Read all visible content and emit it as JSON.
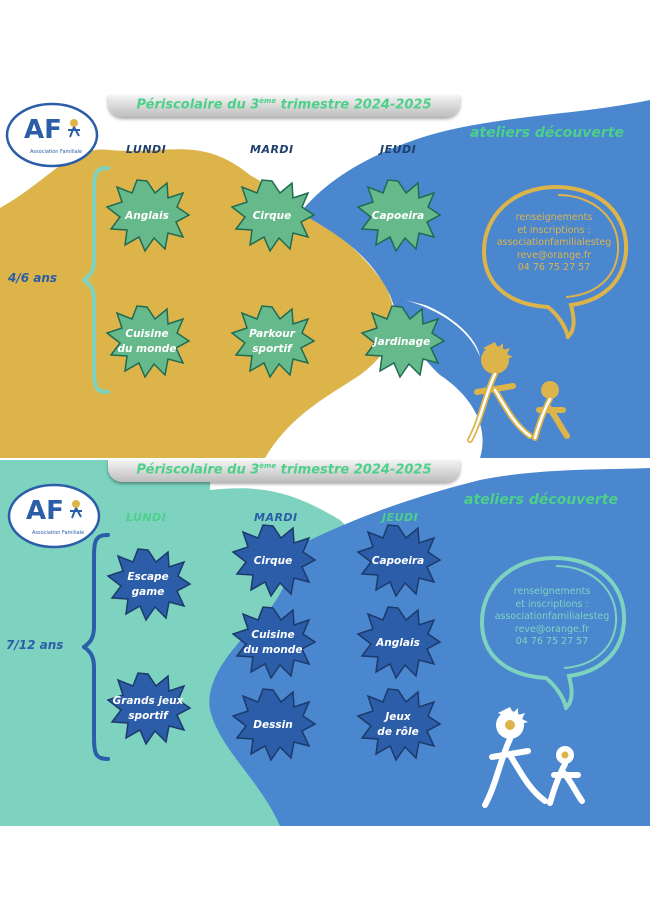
{
  "colors": {
    "mustard": "#DDB44A",
    "blue": "#4A87CF",
    "dark_blue": "#2B5DA8",
    "mint": "#7DD3C0",
    "green_burst": "#66B98A",
    "dark_green": "#3F8B67"
  },
  "panel_top": {
    "title": "Périscolaire du 3ème trimestre 2024-2025",
    "title_main": "Périscolaire du 3",
    "title_sup": "ème",
    "title_end": " trimestre 2024-2025",
    "tagline": "ateliers découverte",
    "logo": {
      "text": "AF",
      "subtitle": "Association Familiale"
    },
    "days": [
      "LUNDI",
      "MARDI",
      "JEUDI"
    ],
    "age_group": "4/6 ans",
    "activities": [
      {
        "label": "Anglais",
        "day": "LUNDI"
      },
      {
        "label": "Cirque",
        "day": "MARDI"
      },
      {
        "label": "Capoeira",
        "day": "JEUDI"
      },
      {
        "label": "Cuisine\ndu monde",
        "day": "LUNDI"
      },
      {
        "label": "Parkour\nsportif",
        "day": "MARDI"
      },
      {
        "label": "Jardinage",
        "day": "JEUDI"
      }
    ],
    "contact": {
      "line1": "renseignements",
      "line2": "et inscriptions :",
      "line3": "associationfamilialesteg",
      "line4": "reve@orange.fr",
      "line5": "04 76 75 27 57"
    }
  },
  "panel_bottom": {
    "title": "Périscolaire du 3ème trimestre 2024-2025",
    "title_main": "Périscolaire du 3",
    "title_sup": "ème",
    "title_end": " trimestre 2024-2025",
    "tagline": "ateliers découverte",
    "logo": {
      "text": "AF",
      "subtitle": "Association Familiale"
    },
    "days": [
      "LUNDI",
      "MARDI",
      "JEUDI"
    ],
    "age_group": "7/12 ans",
    "activities": [
      {
        "label": "Escape\ngame",
        "day": "LUNDI"
      },
      {
        "label": "Cirque",
        "day": "MARDI"
      },
      {
        "label": "Capoeira",
        "day": "JEUDI"
      },
      {
        "label": "Cuisine\ndu monde",
        "day": "MARDI"
      },
      {
        "label": "Anglais",
        "day": "JEUDI"
      },
      {
        "label": "Grands jeux\nsportif",
        "day": "LUNDI"
      },
      {
        "label": "Dessin",
        "day": "MARDI"
      },
      {
        "label": "Jeux\nde rôle",
        "day": "JEUDI"
      }
    ],
    "contact": {
      "line1": "renseignements",
      "line2": "et inscriptions :",
      "line3": "associationfamilialesteg",
      "line4": "reve@orange.fr",
      "line5": "04 76 75 27 57"
    }
  }
}
